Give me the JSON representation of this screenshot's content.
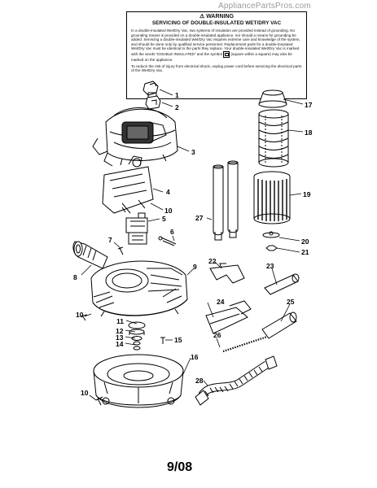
{
  "watermark": "AppliancePartsPros.com",
  "warning": {
    "title": "⚠ WARNING",
    "subtitle": "SERVICING OF DOUBLE-INSULATED WET/DRY VAC",
    "para1": "In a double-insulated Wet/Dry Vac, two systems of insulation are provided instead of grounding. No grounding means is provided on a double-insulated appliance, nor should a means for grounding be added. Servicing a double-insulated Wet/Dry Vac requires extreme care and knowledge of the system, and should be done only by qualified service personnel. Replacement parts for a double-insulated Wet/Dry Vac must be identical to the parts they replace. Your double-insulated Wet/Dry Vac is marked with the words \"DOUBLE INSULATED\" and the symbol",
    "para1_tail": "(square within a square) may also be marked on the appliance.",
    "para2": "To reduce the risk of injury from electrical shock, unplug power cord before servicing the electrical parts of the Wet/Dry Vac."
  },
  "date_code": "9/08",
  "callouts": [
    "1",
    "2",
    "3",
    "4",
    "10",
    "5",
    "6",
    "7",
    "8",
    "9",
    "10",
    "11",
    "12",
    "13",
    "14",
    "15",
    "16",
    "10",
    "17",
    "18",
    "19",
    "27",
    "20",
    "21",
    "22",
    "23",
    "24",
    "25",
    "26",
    "28"
  ]
}
